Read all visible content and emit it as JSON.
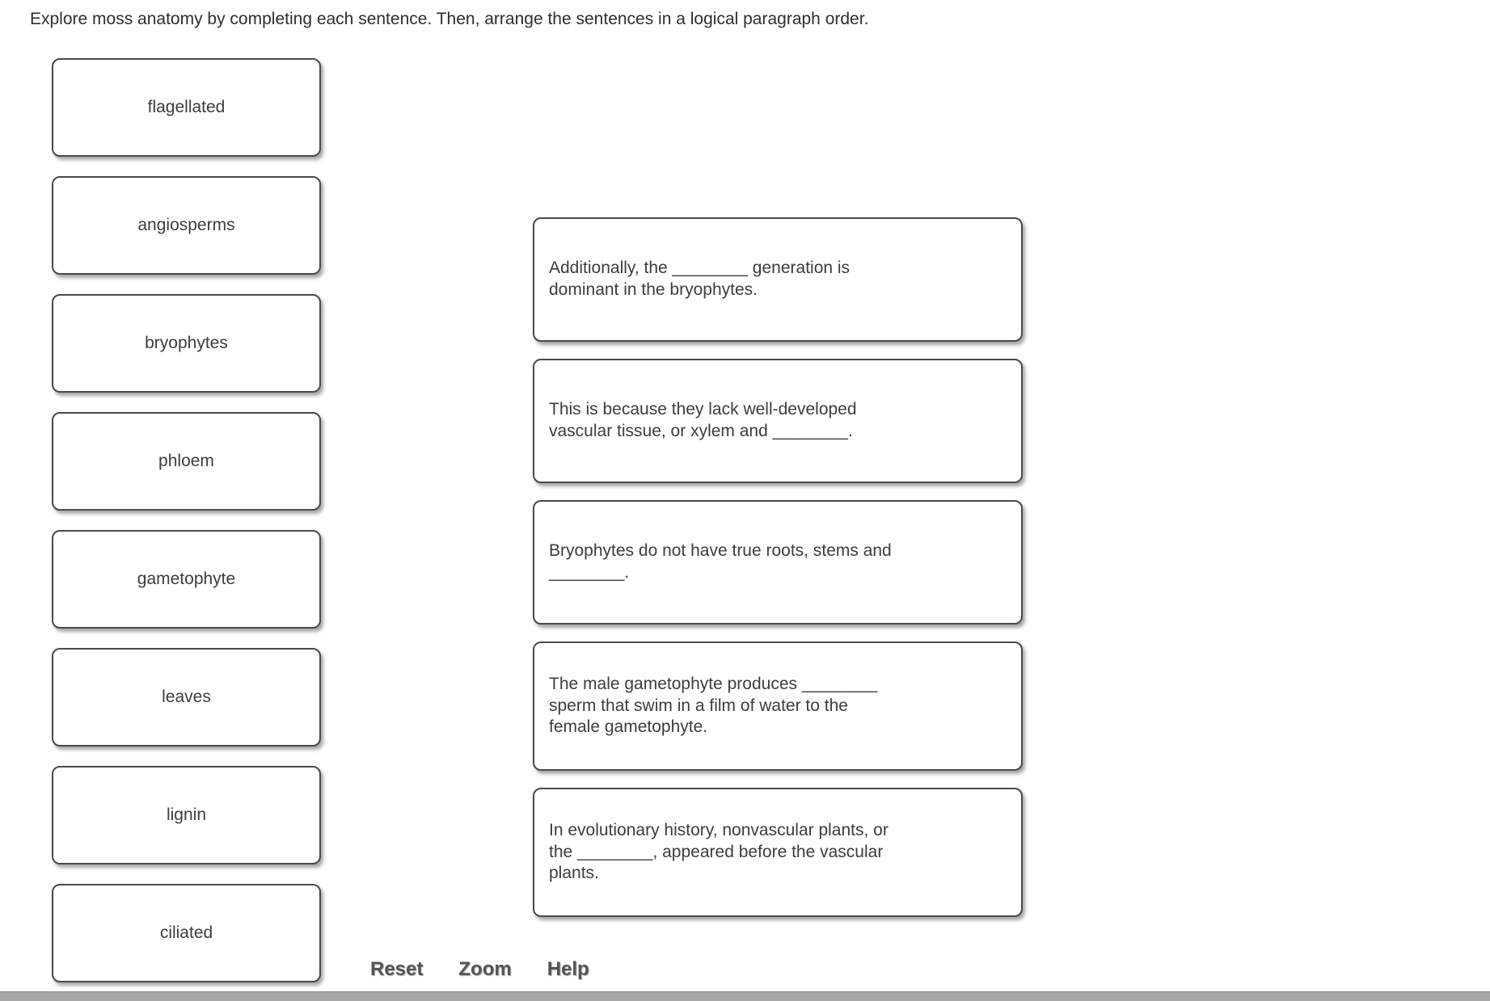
{
  "instructions": "Explore moss anatomy by completing each sentence. Then, arrange the sentences in a logical paragraph order.",
  "word_tiles": [
    {
      "label": "flagellated"
    },
    {
      "label": "angiosperms"
    },
    {
      "label": "bryophytes"
    },
    {
      "label": "phloem"
    },
    {
      "label": "gametophyte"
    },
    {
      "label": "leaves"
    },
    {
      "label": "lignin"
    },
    {
      "label": "ciliated"
    }
  ],
  "sentence_cards": [
    {
      "text": "Additionally, the ________ generation is\ndominant in the bryophytes."
    },
    {
      "text": "This is because they lack well-developed\nvascular tissue, or xylem and ________."
    },
    {
      "text": "Bryophytes do not have true roots, stems and\n________."
    },
    {
      "text": "The male gametophyte produces ________\nsperm that swim in a film of water to the\nfemale gametophyte."
    },
    {
      "text": "In evolutionary history, nonvascular plants, or\nthe ________, appeared before the vascular\nplants."
    }
  ],
  "toolbar": {
    "reset_label": "Reset",
    "zoom_label": "Zoom",
    "help_label": "Help"
  },
  "colors": {
    "box_border": "#4a4a4a",
    "text": "#3d3d3d",
    "button_text": "#545454",
    "bottom_bar": "#a6a6a6"
  }
}
